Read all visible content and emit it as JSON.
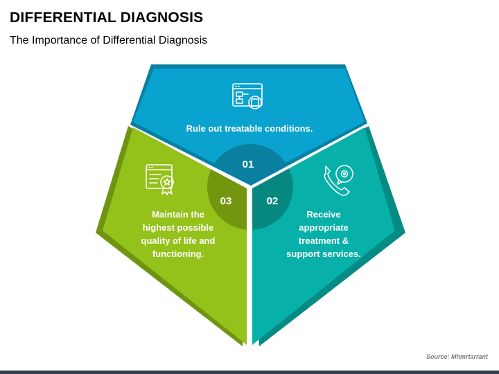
{
  "header": {
    "title": "DIFFERENTIAL DIAGNOSIS",
    "subtitle": "The Importance of Differential Diagnosis"
  },
  "segments": [
    {
      "number": "01",
      "text": "Rule out treatable conditions.",
      "icon": "flowchart-document-icon",
      "color": "#0aa3cf",
      "dark": "#077fa3"
    },
    {
      "number": "02",
      "lines": [
        "Receive",
        "appropriate",
        "treatment &",
        "support services."
      ],
      "icon": "phone-gear-icon",
      "color": "#07b1aa",
      "dark": "#068a84"
    },
    {
      "number": "03",
      "lines": [
        "Maintain the",
        "highest possible",
        "quality of life and",
        "functioning."
      ],
      "icon": "certificate-award-icon",
      "color": "#94c11a",
      "dark": "#6f9412"
    }
  ],
  "footer": {
    "source": "Source: Mhmrtarrant"
  }
}
